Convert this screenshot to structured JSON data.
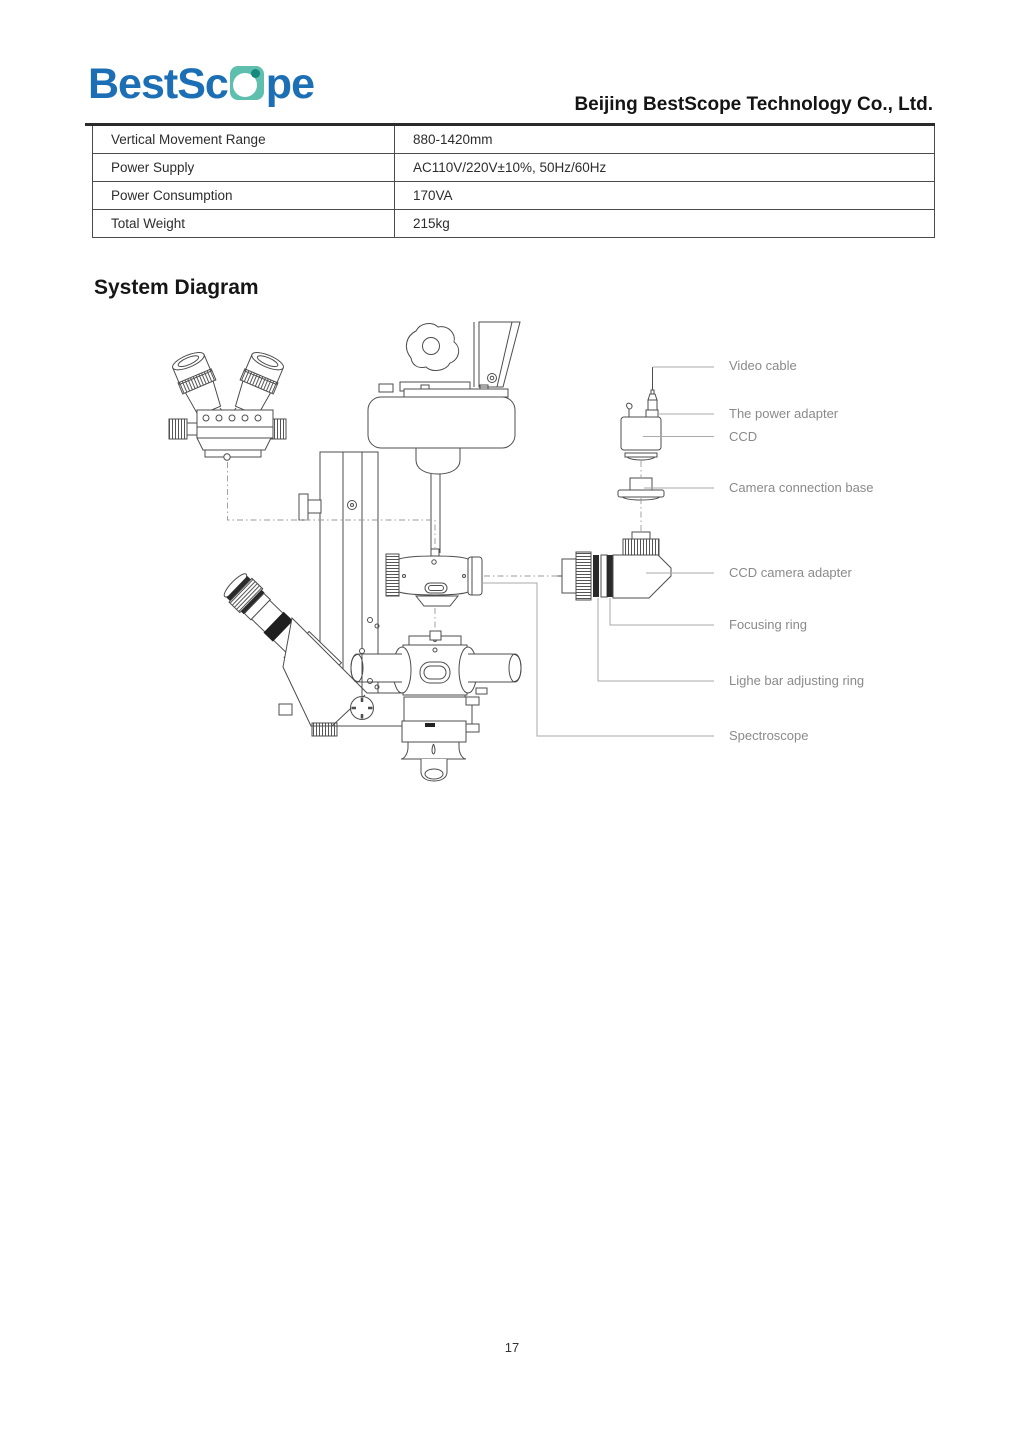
{
  "header": {
    "logo_text_before": "BestSc",
    "logo_text_after": "pe",
    "company": "Beijing BestScope Technology Co., Ltd."
  },
  "spec_table": {
    "rows": [
      {
        "label": "Vertical Movement Range",
        "value": "880-1420mm"
      },
      {
        "label": "Power Supply",
        "value": "AC110V/220V±10%, 50Hz/60Hz"
      },
      {
        "label": "Power Consumption",
        "value": "170VA"
      },
      {
        "label": "Total Weight",
        "value": "215kg"
      }
    ]
  },
  "section": {
    "title": "System Diagram"
  },
  "diagram": {
    "labels": [
      {
        "id": "video-cable",
        "text": "Video cable"
      },
      {
        "id": "power-adapter",
        "text": "The power adapter"
      },
      {
        "id": "ccd",
        "text": "CCD"
      },
      {
        "id": "camera-connection-base",
        "text": "Camera connection base"
      },
      {
        "id": "ccd-camera-adapter",
        "text": "CCD camera adapter"
      },
      {
        "id": "focusing-ring",
        "text": "Focusing ring"
      },
      {
        "id": "light-bar-adjusting-ring",
        "text": "Lighe bar adjusting ring"
      },
      {
        "id": "spectroscope",
        "text": "Spectroscope"
      }
    ]
  },
  "footer": {
    "page_number": "17"
  },
  "colors": {
    "logo_blue": "#1c6fb4",
    "logo_teal": "#5ebfae",
    "logo_teal_dark": "#17897c",
    "ink": "#141414",
    "label_gray": "#8a8a8a",
    "line_art": "#4d4d4d"
  }
}
